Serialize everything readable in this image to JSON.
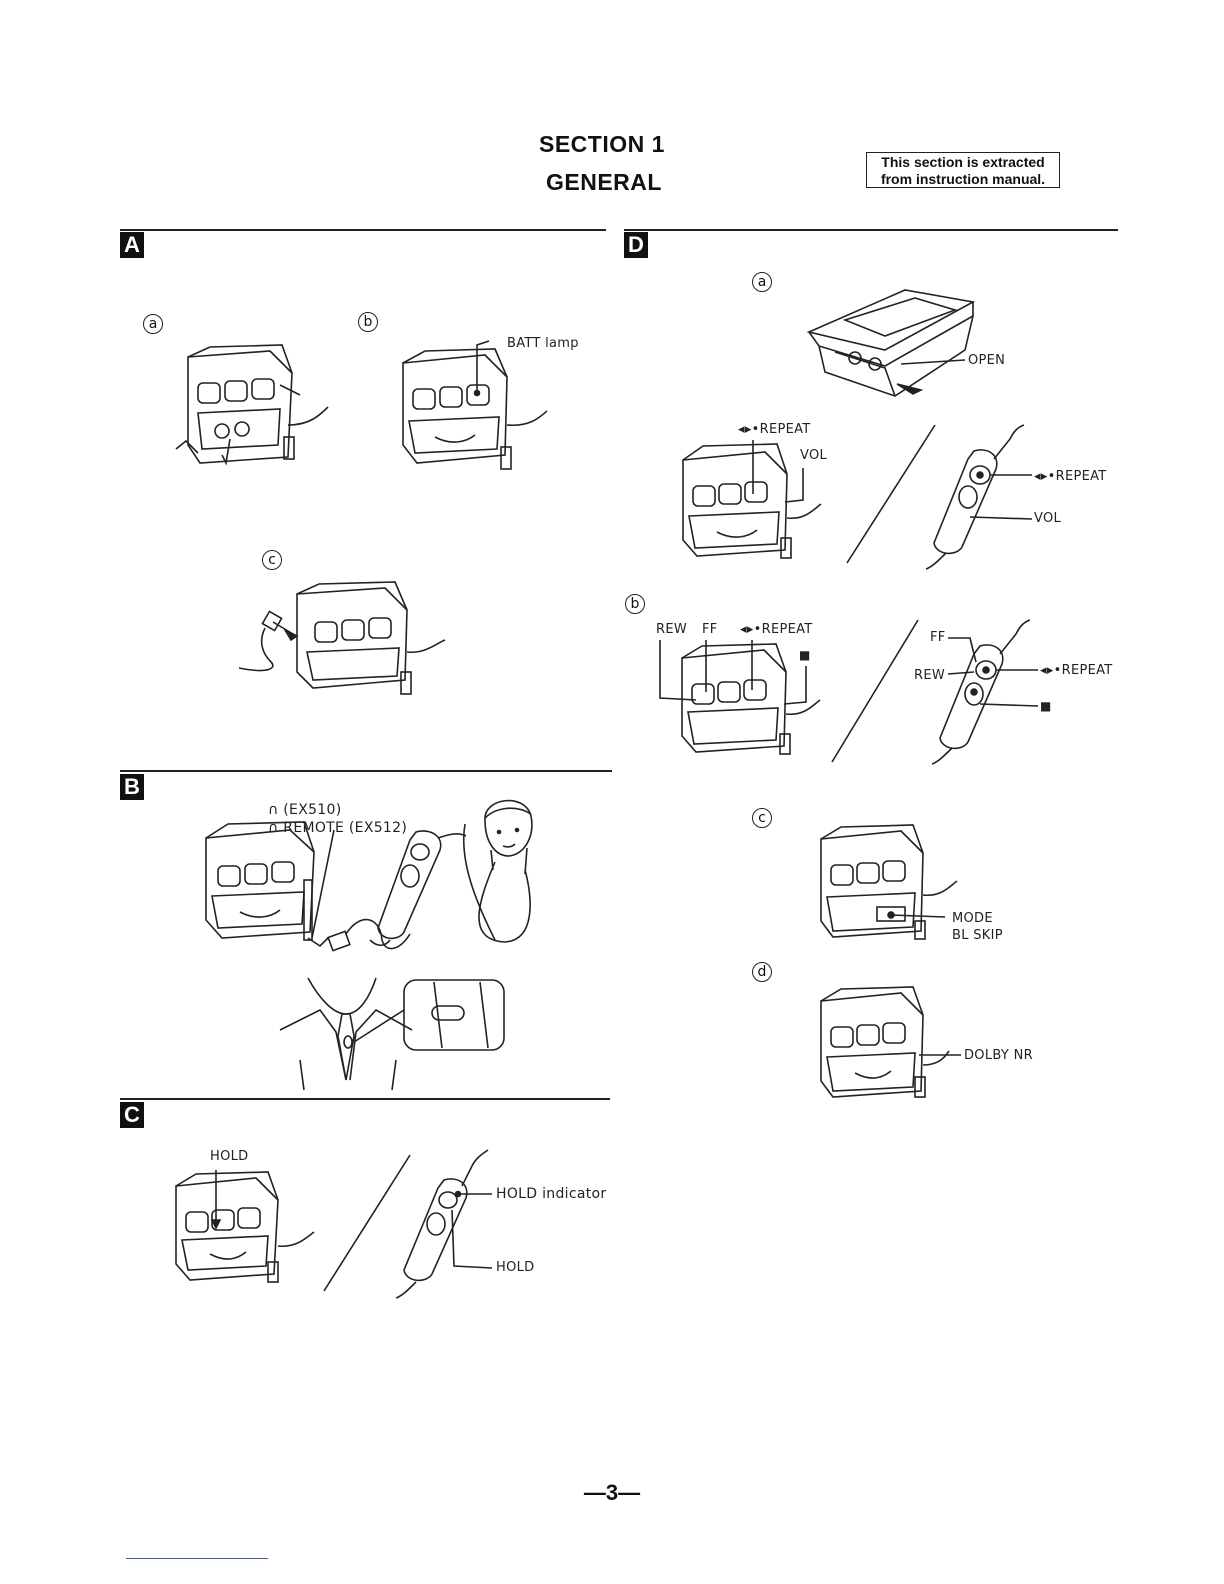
{
  "header": {
    "section": "SECTION 1",
    "general": "GENERAL",
    "note_line1": "This section is extracted",
    "note_line2": "from instruction manual."
  },
  "sections": {
    "a": "A",
    "b": "B",
    "c": "C",
    "d": "D"
  },
  "markers": {
    "a": "a",
    "b": "b",
    "c": "c",
    "d": "d"
  },
  "labels": {
    "batt_lamp": "BATT lamp",
    "headphone_ex510": "∩ (EX510)",
    "remote_ex512": "∩ REMOTE (EX512)",
    "hold": "HOLD",
    "hold_indicator": "HOLD indicator",
    "hold_remote": "HOLD",
    "open": "OPEN",
    "repeat": "◂▸•REPEAT",
    "vol": "VOL",
    "repeat_remote": "◂▸•REPEAT",
    "vol_remote": "VOL",
    "rew": "REW",
    "ff": "FF",
    "repeat_b": "◂▸•REPEAT",
    "stop": "■",
    "ff_remote": "FF",
    "rew_remote": "REW",
    "repeat_b_remote": "◂▸•REPEAT",
    "stop_remote": "■",
    "mode": "MODE",
    "bl_skip": "BL SKIP",
    "dolby_nr": "DOLBY NR"
  },
  "footer": {
    "page": "—3—"
  },
  "icons": [
    "cassette-player-icon",
    "remote-control-icon",
    "headphones-person-icon",
    "clip-icon",
    "plug-icon"
  ]
}
